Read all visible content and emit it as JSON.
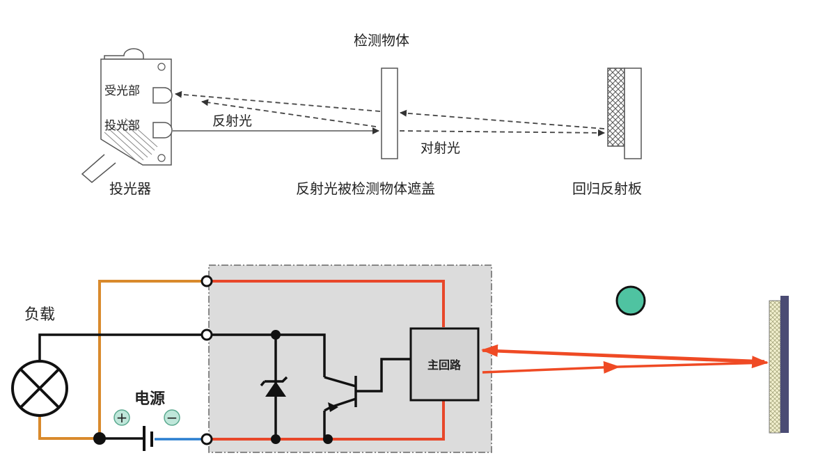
{
  "top_diagram": {
    "receiver_label": "受光部",
    "emitter_label": "投光部",
    "reflected_light_label": "反射光",
    "object_label": "检测物体",
    "opposed_light_label": "对射光",
    "emitter_caption": "投光器",
    "blocked_caption": "反射光被检测物体遮盖",
    "reflector_caption": "回归反射板"
  },
  "circuit": {
    "load_label": "负载",
    "power_label": "电源",
    "plus_symbol": "+",
    "minus_symbol": "−",
    "main_circuit_label": "主回路"
  },
  "colors": {
    "orange_wire": "#d98a2c",
    "red_wire": "#e8472a",
    "blue_wire": "#2a7fd0",
    "panel_fill": "#dcdcdc",
    "teal_object": "#4fc3a1",
    "arrow_red": "#ef4a24",
    "reflector_dark": "#4b4c74",
    "reflector_hatch": "#f3f1cf",
    "power_symbol_teal": "#8fd3c0"
  }
}
